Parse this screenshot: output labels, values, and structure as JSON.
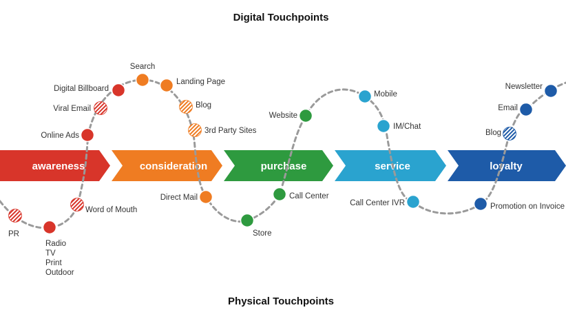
{
  "titles": {
    "digital": "Digital Touchpoints",
    "physical": "Physical Touchpoints"
  },
  "stages": [
    {
      "id": "awareness",
      "label": "awareness",
      "color": "#d8352a"
    },
    {
      "id": "consideration",
      "label": "consideration",
      "color": "#ef7c22"
    },
    {
      "id": "purchase",
      "label": "purchase",
      "color": "#2e9a3f"
    },
    {
      "id": "service",
      "label": "service",
      "color": "#2aa3cf"
    },
    {
      "id": "loyalty",
      "label": "loyalty",
      "color": "#1e5ba8"
    }
  ],
  "touchpoints": [
    {
      "id": "pr",
      "label": [
        "PR"
      ],
      "stage": "awareness",
      "style": "hatched"
    },
    {
      "id": "radio",
      "label": [
        "Radio",
        "TV",
        "Print",
        "Outdoor"
      ],
      "stage": "awareness",
      "style": "solid"
    },
    {
      "id": "word-of-mouth",
      "label": [
        "Word of Mouth"
      ],
      "stage": "awareness",
      "style": "hatched"
    },
    {
      "id": "online-ads",
      "label": [
        "Online Ads"
      ],
      "stage": "awareness",
      "style": "solid"
    },
    {
      "id": "viral-email",
      "label": [
        "Viral Email"
      ],
      "stage": "awareness",
      "style": "hatched"
    },
    {
      "id": "digital-billboard",
      "label": [
        "Digital Billboard"
      ],
      "stage": "awareness",
      "style": "solid"
    },
    {
      "id": "search",
      "label": [
        "Search"
      ],
      "stage": "consideration",
      "style": "solid"
    },
    {
      "id": "landing-page",
      "label": [
        "Landing Page"
      ],
      "stage": "consideration",
      "style": "solid"
    },
    {
      "id": "blog-consideration",
      "label": [
        "Blog"
      ],
      "stage": "consideration",
      "style": "hatched"
    },
    {
      "id": "third-party-sites",
      "label": [
        "3rd Party Sites"
      ],
      "stage": "consideration",
      "style": "hatched"
    },
    {
      "id": "direct-mail",
      "label": [
        "Direct Mail"
      ],
      "stage": "consideration",
      "style": "solid"
    },
    {
      "id": "store",
      "label": [
        "Store"
      ],
      "stage": "purchase",
      "style": "solid"
    },
    {
      "id": "call-center",
      "label": [
        "Call Center"
      ],
      "stage": "purchase",
      "style": "solid"
    },
    {
      "id": "website",
      "label": [
        "Website"
      ],
      "stage": "purchase",
      "style": "solid"
    },
    {
      "id": "mobile",
      "label": [
        "Mobile"
      ],
      "stage": "service",
      "style": "solid"
    },
    {
      "id": "im-chat",
      "label": [
        "IM/Chat"
      ],
      "stage": "service",
      "style": "solid"
    },
    {
      "id": "call-center-ivr",
      "label": [
        "Call Center IVR"
      ],
      "stage": "service",
      "style": "solid"
    },
    {
      "id": "promotion-on-invoice",
      "label": [
        "Promotion on Invoice"
      ],
      "stage": "loyalty",
      "style": "solid"
    },
    {
      "id": "blog-loyalty",
      "label": [
        "Blog"
      ],
      "stage": "loyalty",
      "style": "hatched"
    },
    {
      "id": "email",
      "label": [
        "Email"
      ],
      "stage": "loyalty",
      "style": "solid"
    },
    {
      "id": "newsletter",
      "label": [
        "Newsletter"
      ],
      "stage": "loyalty",
      "style": "solid"
    }
  ]
}
